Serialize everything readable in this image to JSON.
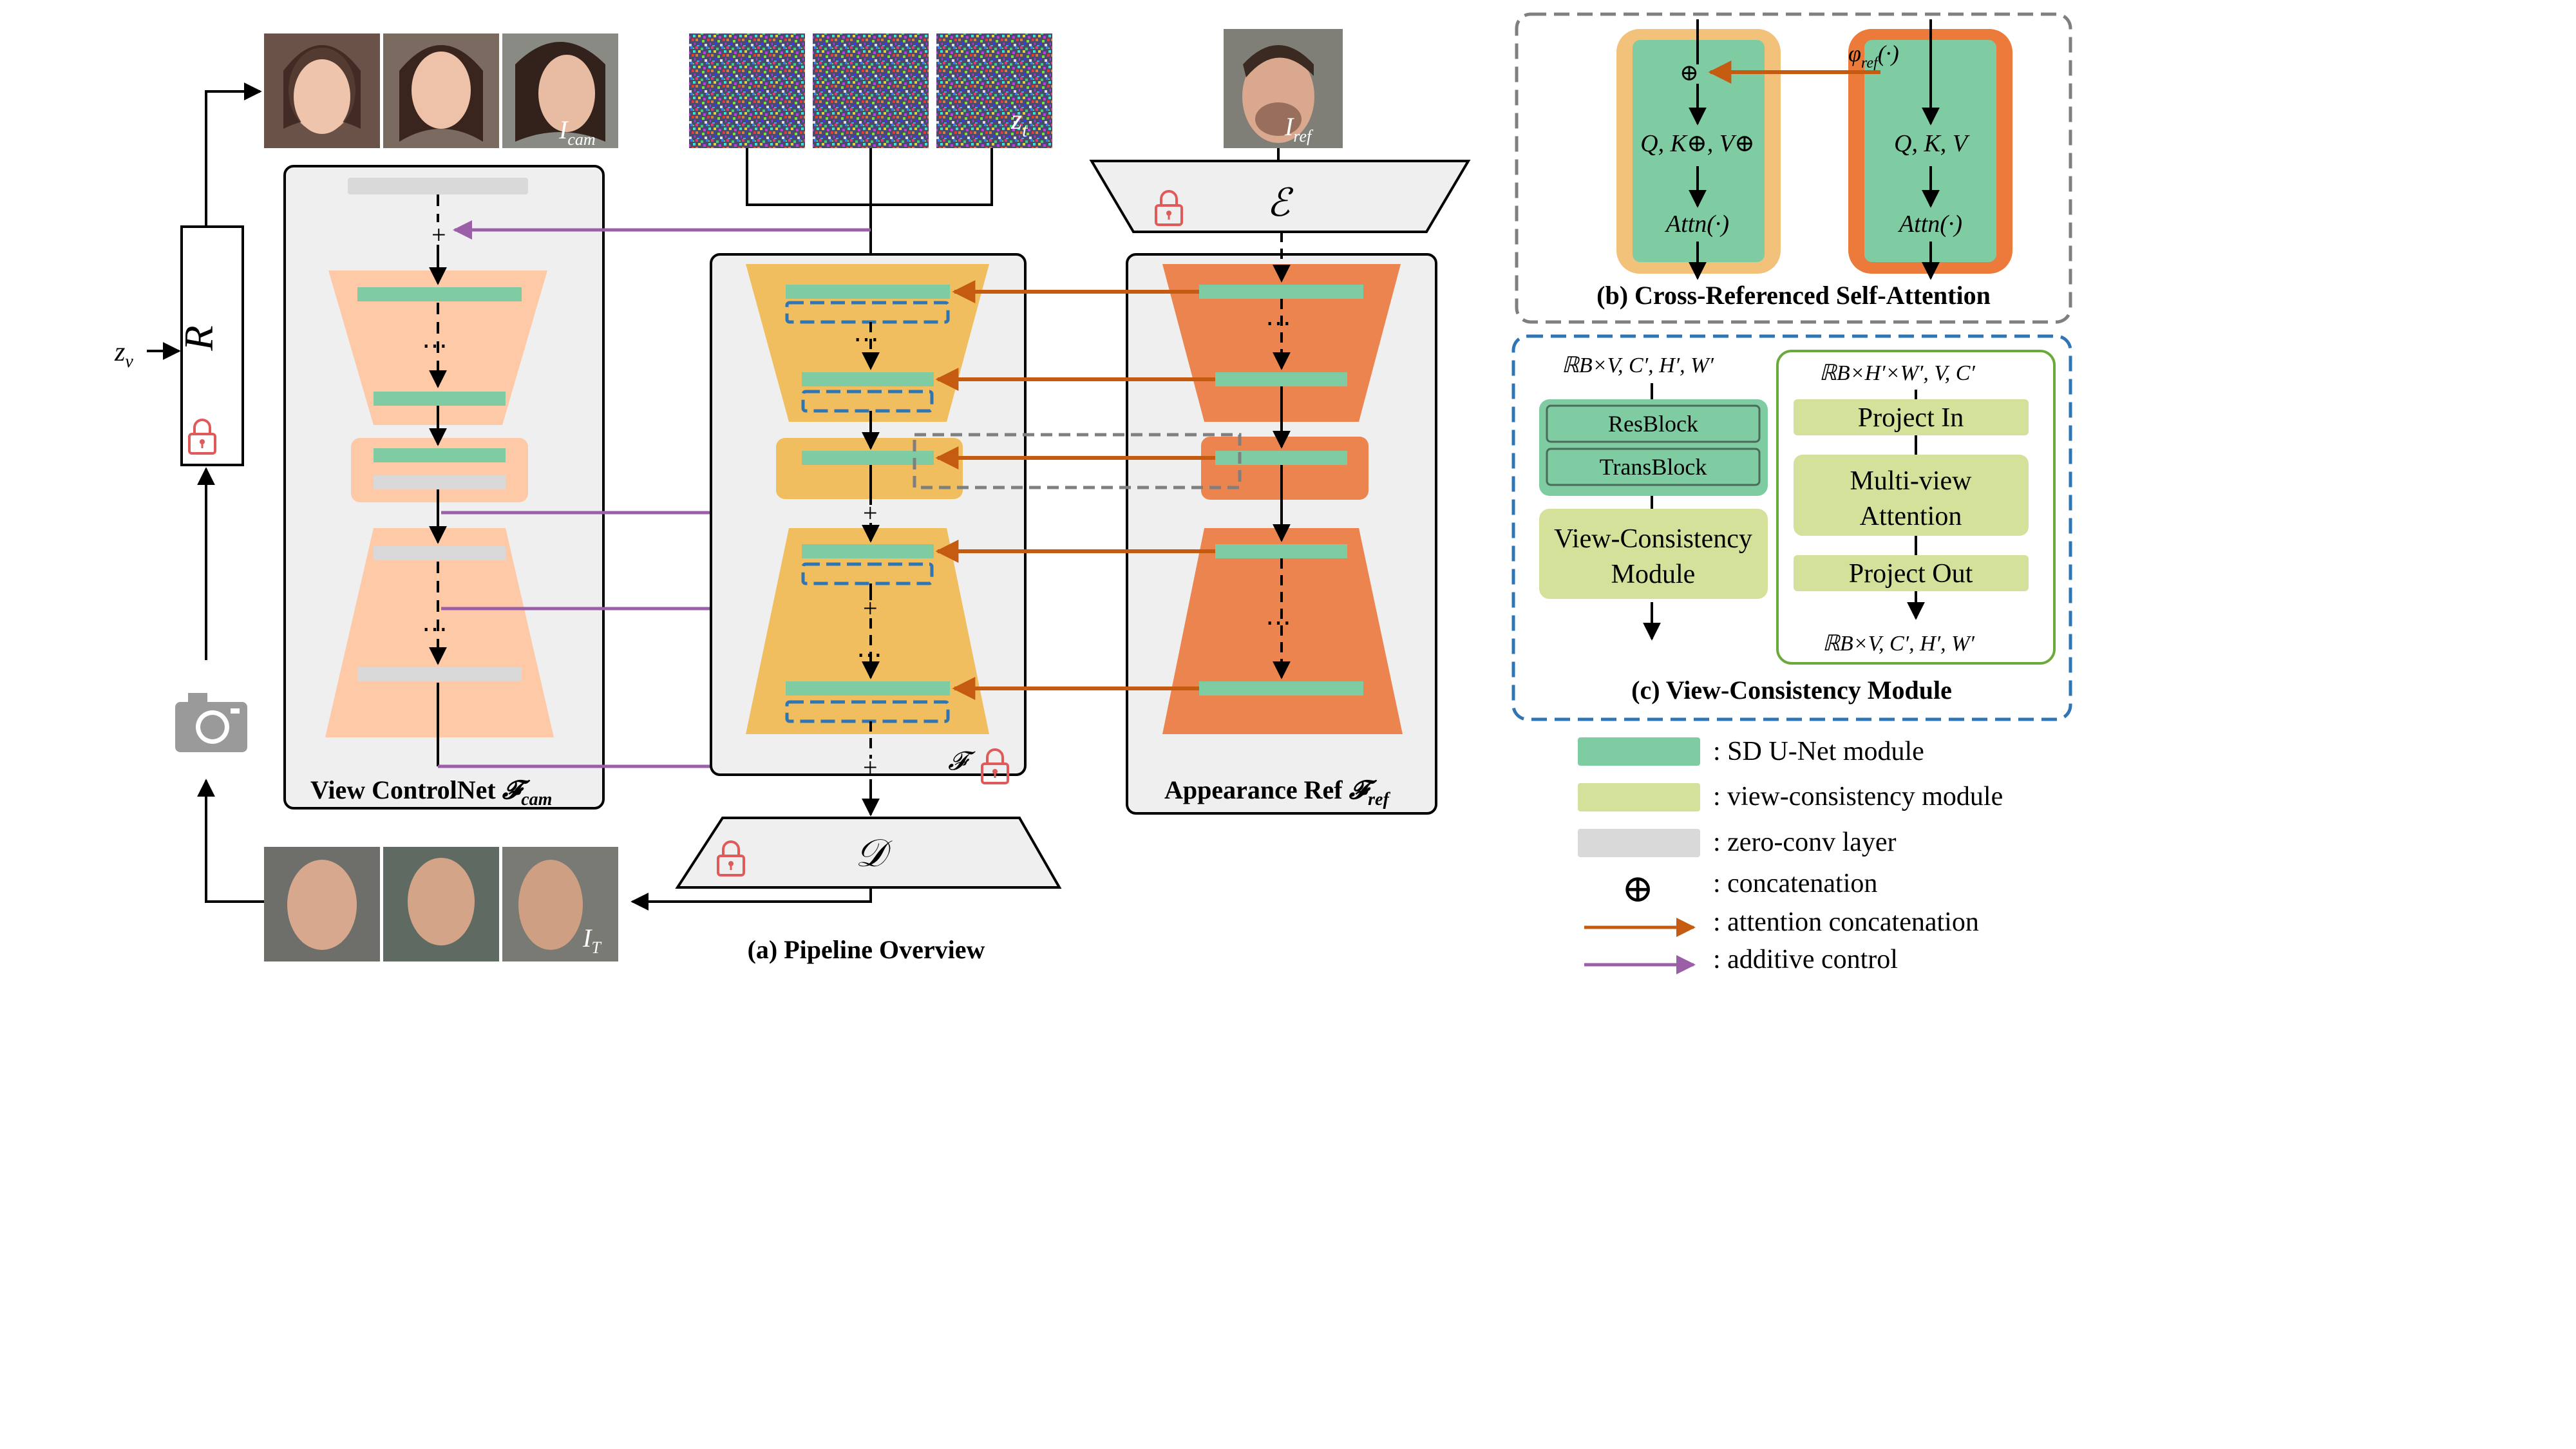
{
  "panels": {
    "a_title": "(a) Pipeline Overview",
    "b_title": "(b) Cross-Referenced Self-Attention",
    "c_title": "(c) View-Consistency Module"
  },
  "pipeline": {
    "view_controlnet": {
      "label": "View ControlNet",
      "symbol": "𝓕",
      "sub": "cam"
    },
    "main_unet": {
      "symbol": "𝓕"
    },
    "appearance_ref": {
      "label": "Appearance Ref",
      "symbol": "𝓕",
      "sub": "ref"
    },
    "renderer": "R",
    "z_v": {
      "base": "z",
      "sub": "v"
    },
    "z_t": {
      "base": "z",
      "sub": "t"
    },
    "encoder": "ℰ",
    "decoder": "𝒟",
    "I_cam": {
      "base": "I",
      "sub": "cam"
    },
    "I_ref": {
      "base": "I",
      "sub": "ref"
    },
    "I_T": {
      "base": "I",
      "sub": "T"
    },
    "plus": "+",
    "dots": "⋯"
  },
  "attention": {
    "concat": "⊕",
    "left_qkv": "Q, K⊕, V⊕",
    "right_qkv": "Q, K, V",
    "attn": "Attn(·)",
    "phi": "φ",
    "phi_sub": "ref",
    "phi_arg": "(·)"
  },
  "vcm": {
    "left_shape": "ℝB×V, C′, H′, W′",
    "resblock": "ResBlock",
    "transblock": "TransBlock",
    "module_line1": "View-Consistency",
    "module_line2": "Module",
    "right_in_shape": "ℝB×H′×W′, V, C′",
    "project_in": "Project In",
    "mv_line1": "Multi-view",
    "mv_line2": "Attention",
    "project_out": "Project Out",
    "right_out_shape": "ℝB×V, C′, H′, W′"
  },
  "legend": [
    {
      "kind": "swatch",
      "color": "#7fcca3",
      "text": ": SD U-Net module"
    },
    {
      "kind": "swatch",
      "color": "#d3e19a",
      "text": ": view-consistency module"
    },
    {
      "kind": "swatch",
      "color": "#d9d9d9",
      "text": ": zero-conv layer"
    },
    {
      "kind": "symbol",
      "symbol": "⊕",
      "text": ": concatenation"
    },
    {
      "kind": "arrow",
      "color": "#c55a11",
      "text": ": attention concatenation"
    },
    {
      "kind": "arrow",
      "color": "#9b5fa8",
      "text": ": additive control"
    }
  ],
  "colors": {
    "sd_unet": "#7fcca3",
    "vc_module": "#d3e19a",
    "zero_conv": "#d9d9d9",
    "attn_concat": "#c55a11",
    "additive": "#9b5fa8",
    "controlnet_trap": "#fdc9a6",
    "unet_trap": "#f0be5e",
    "ref_trap": "#ec8450",
    "panel_bg": "#efefef",
    "dash_blue": "#2e75b6",
    "lock": "#e05a5a"
  },
  "icons": [
    "camera-icon",
    "lock-icon",
    "noise-image",
    "face-photo"
  ]
}
